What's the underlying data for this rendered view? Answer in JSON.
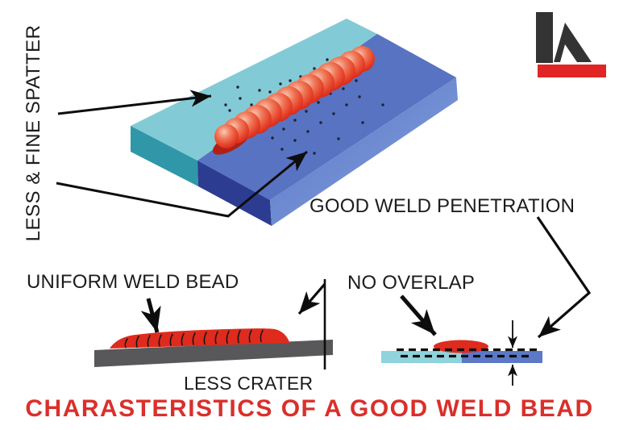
{
  "diagram": {
    "rotated_label": "LESS & FINE SPATTER",
    "penetration_label": "GOOD WELD PENETRATION",
    "uniform_label": "UNIFORM WELD BEAD",
    "no_overlap_label": "NO OVERLAP",
    "crater_label": "LESS CRATER",
    "title": "CHARASTERISTICS OF A GOOD WELD BEAD"
  },
  "logo": {
    "name": "weld-brand-logo"
  },
  "colors": {
    "title_red": "#da2f2b",
    "ink": "#0d0d0d",
    "plate_top_cyan": "#82cbd6",
    "plate_top_blue": "#5873c2",
    "plate_side_teal": "#2f97a8",
    "plate_side_navy": "#2c3d91",
    "steel_gray": "#58585a",
    "weld_red": "#df2b1d",
    "section_cyan": "#8fd3dc",
    "section_blue": "#5b79c6",
    "spatter_dot": "#1b2430",
    "logo_dark": "#333333",
    "logo_red": "#e02524"
  }
}
